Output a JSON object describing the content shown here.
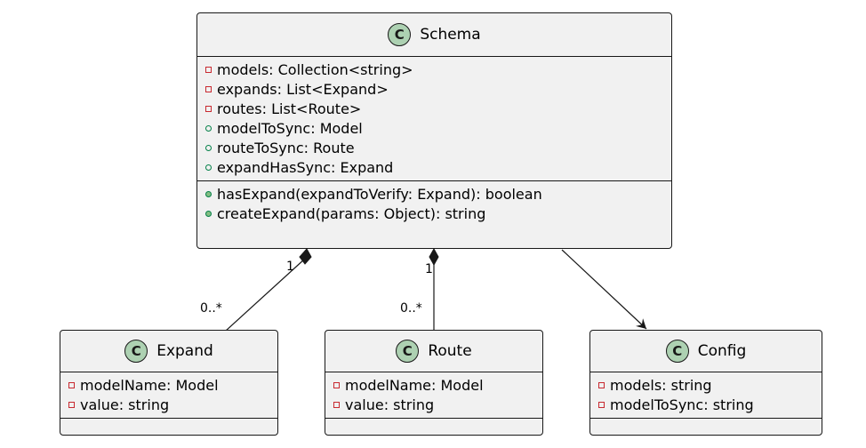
{
  "classes": {
    "schema": {
      "badge": "C",
      "name": "Schema",
      "attributes": [
        {
          "vis": "private",
          "text": "models: Collection<string>"
        },
        {
          "vis": "private",
          "text": "expands: List<Expand>"
        },
        {
          "vis": "private",
          "text": "routes: List<Route>"
        },
        {
          "vis": "public",
          "text": "modelToSync: Model"
        },
        {
          "vis": "public",
          "text": "routeToSync: Route"
        },
        {
          "vis": "public",
          "text": "expandHasSync: Expand"
        }
      ],
      "methods": [
        {
          "vis": "public",
          "text": "hasExpand(expandToVerify: Expand): boolean"
        },
        {
          "vis": "public",
          "text": "createExpand(params: Object): string"
        }
      ]
    },
    "expand": {
      "badge": "C",
      "name": "Expand",
      "attributes": [
        {
          "vis": "private",
          "text": "modelName: Model"
        },
        {
          "vis": "private",
          "text": "value: string"
        }
      ]
    },
    "route": {
      "badge": "C",
      "name": "Route",
      "attributes": [
        {
          "vis": "private",
          "text": "modelName: Model"
        },
        {
          "vis": "private",
          "text": "value: string"
        }
      ]
    },
    "config": {
      "badge": "C",
      "name": "Config",
      "attributes": [
        {
          "vis": "private",
          "text": "models: string"
        },
        {
          "vis": "private",
          "text": "modelToSync: string"
        }
      ]
    }
  },
  "relations": {
    "schema_expand": {
      "type": "composition",
      "source_mult": "1",
      "target_mult": "0..*"
    },
    "schema_route": {
      "type": "composition",
      "source_mult": "1",
      "target_mult": "0..*"
    },
    "schema_config": {
      "type": "association"
    }
  },
  "colors": {
    "class_fill": "#f1f1f1",
    "border": "#181818",
    "badge_fill": "#add1b2",
    "private_marker": "#c82930",
    "public_marker": "#038048"
  }
}
